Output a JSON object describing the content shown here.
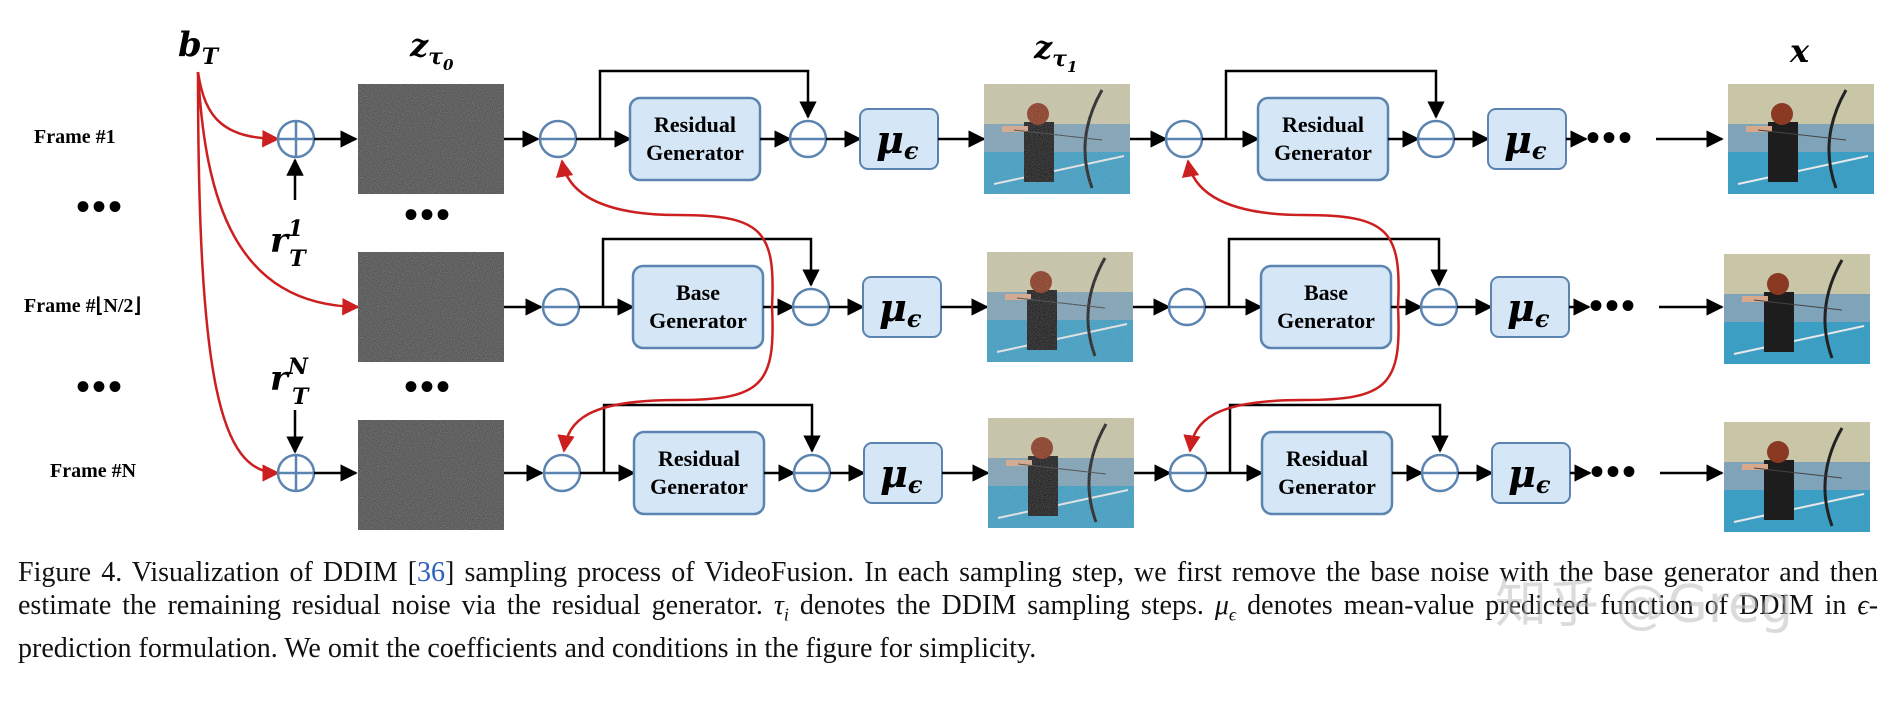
{
  "labels": {
    "b_T": "b",
    "b_T_sub": "T",
    "z_tau0": "z",
    "z_tau0_sub": "τ",
    "z_tau0_subsub": "0",
    "z_tau1": "z",
    "z_tau1_sub": "τ",
    "z_tau1_subsub": "1",
    "x_out": "x",
    "r1_main": "r",
    "r1_sup": "1",
    "r1_sub": "T",
    "rN_main": "r",
    "rN_sup": "N",
    "rN_sub": "T"
  },
  "rows": [
    {
      "frame_label": "Frame #1",
      "gen1": [
        "Residual",
        "Generator"
      ],
      "gen2": [
        "Residual",
        "Generator"
      ]
    },
    {
      "frame_label": "Frame #⌊N/2⌋",
      "gen1": [
        "Base",
        "Generator"
      ],
      "gen2": [
        "Base",
        "Generator"
      ]
    },
    {
      "frame_label": "Frame #N",
      "gen1": [
        "Residual",
        "Generator"
      ],
      "gen2": [
        "Residual",
        "Generator"
      ]
    }
  ],
  "mu": "μ",
  "mu_sub": "ϵ",
  "dots": "•••",
  "colors": {
    "node_stroke": "#5b84b1",
    "gen_fill": "#d5e6f7",
    "gen_stroke": "#5b84b1",
    "red_arrow": "#cc1f1f"
  },
  "caption": {
    "fig": "Figure 4.",
    "t1": " Visualization of DDIM [",
    "ref": "36",
    "t2": "] sampling process of VideoFusion. In each sampling step, we first remove the base noise with the base generator and then estimate the remaining residual noise via the residual generator. ",
    "tau": "τ",
    "tau_sub": "i",
    "t3": " denotes the DDIM sampling steps. ",
    "mu": "μ",
    "mu_sub": "ϵ",
    "t4": " denotes mean-value predicted function of DDIM in ",
    "eps": "ϵ",
    "t5": "-prediction formulation. We omit the coefficients and conditions in the figure for simplicity."
  },
  "watermark": "知乎 @Greg"
}
